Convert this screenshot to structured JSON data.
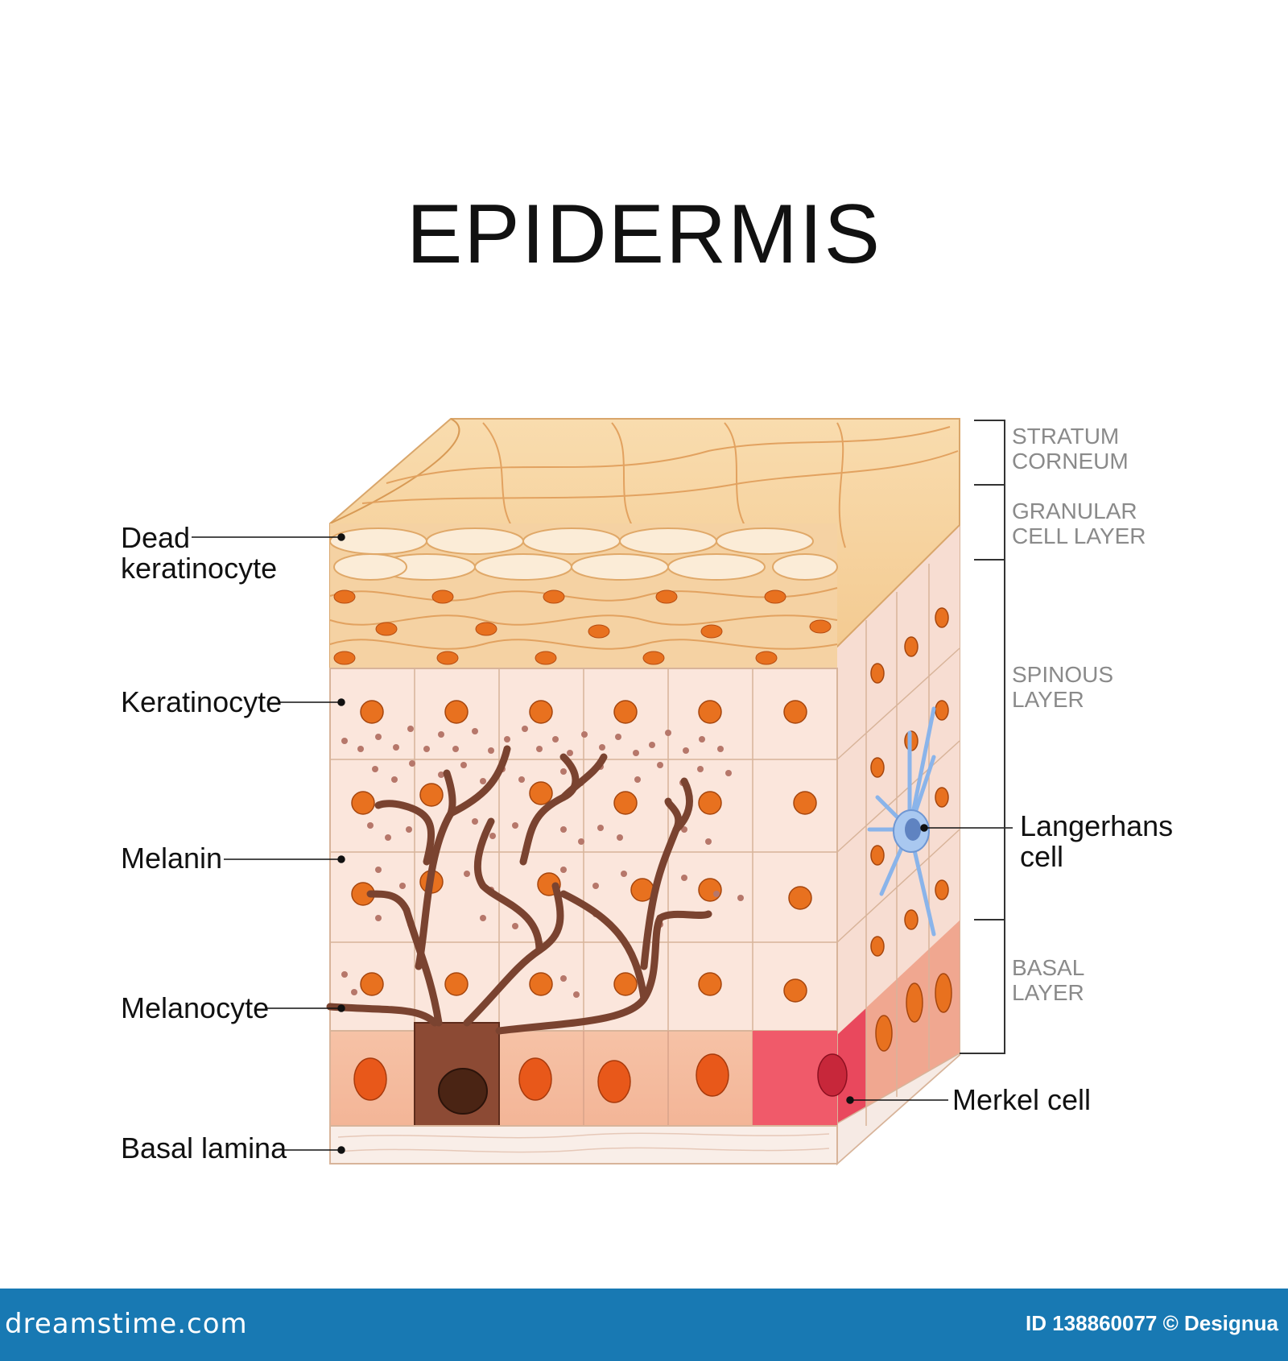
{
  "title": "EPIDERMIS",
  "left_labels": {
    "dead_keratinocyte": [
      "Dead",
      "keratinocyte"
    ],
    "keratinocyte": "Keratinocyte",
    "melanin": "Melanin",
    "melanocyte": "Melanocyte",
    "basal_lamina": "Basal lamina"
  },
  "right_labels": {
    "langerhans": [
      "Langerhans",
      "cell"
    ],
    "merkel": "Merkel cell"
  },
  "layers": {
    "stratum_corneum": [
      "STRATUM",
      "CORNEUM"
    ],
    "granular": [
      "GRANULAR",
      "CELL LAYER"
    ],
    "spinous": [
      "SPINOUS",
      "LAYER"
    ],
    "basal": [
      "BASAL",
      "LAYER"
    ]
  },
  "footer": {
    "brand": "dreamstime.com",
    "id_text": "ID 138860077 © Designua"
  },
  "colors": {
    "footer_bg": "#1879b3",
    "nucleus": "#e8711f",
    "melanocyte": "#7a4330",
    "merkel": "#f04a5a",
    "langerhans": "#8ab4ea",
    "corneum": "#f6d4a4"
  }
}
